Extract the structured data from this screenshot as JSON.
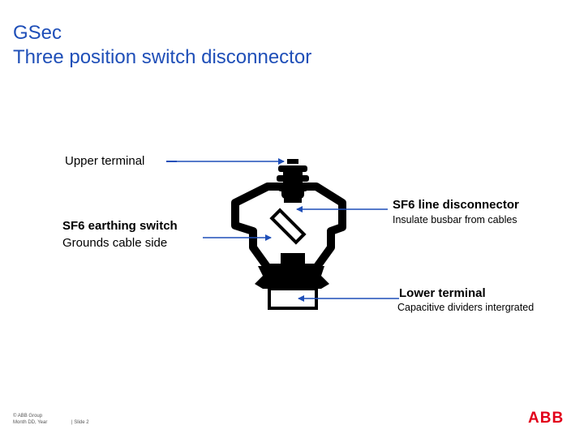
{
  "title": {
    "line1": "GSec",
    "line2": "Three position switch disconnector"
  },
  "labels": {
    "upper_terminal": "Upper terminal",
    "sf6_line_disconnector": "SF6 line disconnector",
    "insulate_busbar": "Insulate busbar from cables",
    "sf6_earthing_switch": "SF6 earthing switch",
    "grounds_cable_side": "Grounds cable side",
    "lower_terminal": "Lower terminal",
    "capacitive_dividers": "Capacitive dividers intergrated"
  },
  "footer": {
    "copyright": "© ABB Group",
    "date": "Month DD, Year",
    "slide": "| Slide 2"
  },
  "logo": {
    "text": "ABB",
    "color": "#e2001a"
  },
  "colors": {
    "title": "#1f4fb8",
    "arrow": "#1f4fb8",
    "device": "#000000"
  }
}
